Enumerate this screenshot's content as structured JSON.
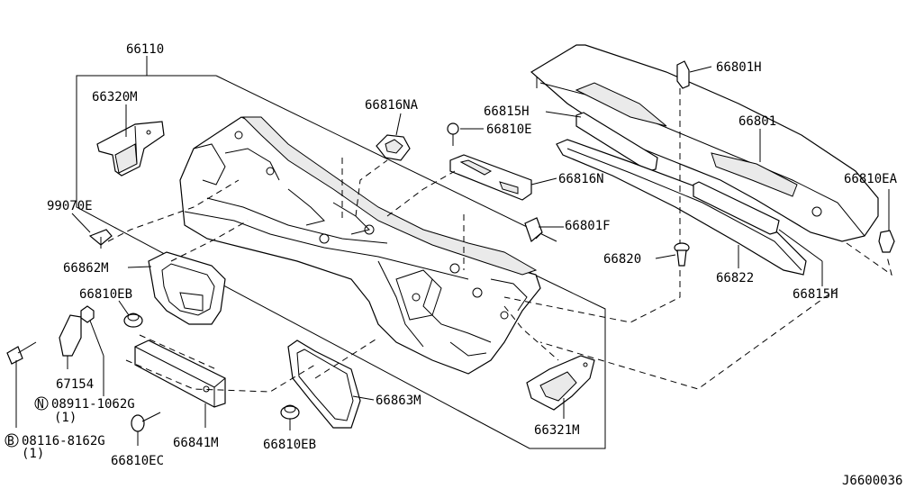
{
  "diagram": {
    "drawing_number": "J6600036",
    "parts": {
      "p66110": "66110",
      "p66320M": "66320M",
      "p99070E": "99070E",
      "p66862M": "66862M",
      "p66810EB_a": "66810EB",
      "p67154": "67154",
      "p08911": "08911-1062G",
      "p08911_qty": "(1)",
      "p08911_prefix": "N",
      "p08116": "08116-8162G",
      "p08116_qty": "(1)",
      "p08116_prefix": "B",
      "p66810EC": "66810EC",
      "p66841M": "66841M",
      "p66810EB_b": "66810EB",
      "p66863M": "66863M",
      "p66321M": "66321M",
      "p66816NA": "66816NA",
      "p66815H_a": "66815H",
      "p66810E": "66810E",
      "p66816N": "66816N",
      "p66801F": "66801F",
      "p66801H": "66801H",
      "p66801": "66801",
      "p66810EA": "66810EA",
      "p66820": "66820",
      "p66822": "66822",
      "p66815H_b": "66815H"
    }
  }
}
